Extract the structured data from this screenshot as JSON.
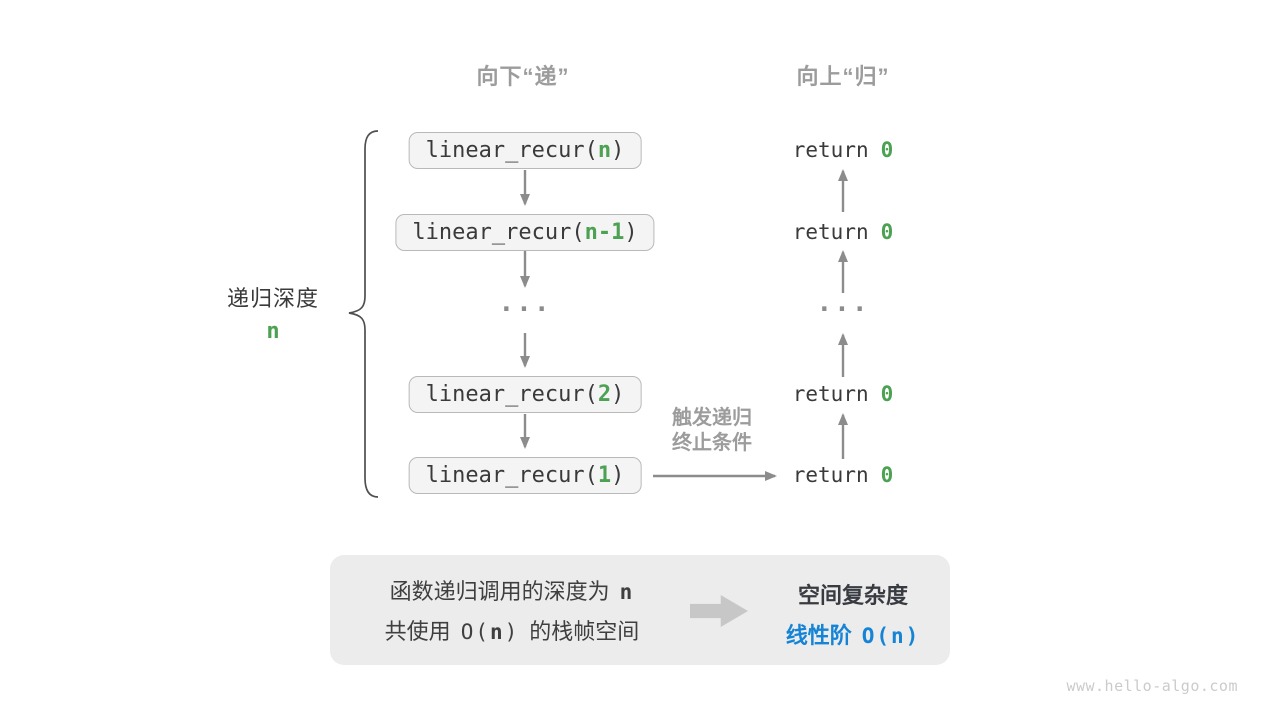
{
  "headers": {
    "descend": "向下“递”",
    "ascend": "向上“归”"
  },
  "depth_label": {
    "text": "递归深度",
    "value": "n"
  },
  "call_column": {
    "boxes": [
      {
        "pre": "linear_recur(",
        "arg": "n",
        "post": ")"
      },
      {
        "pre": "linear_recur(",
        "arg": "n-1",
        "post": ")"
      },
      {
        "pre": "linear_recur(",
        "arg": "2",
        "post": ")"
      },
      {
        "pre": "linear_recur(",
        "arg": "1",
        "post": ")"
      }
    ],
    "ellipsis": "..."
  },
  "return_column": {
    "rows": [
      {
        "keyword": "return",
        "value": "0"
      },
      {
        "keyword": "return",
        "value": "0"
      },
      {
        "keyword": "return",
        "value": "0"
      },
      {
        "keyword": "return",
        "value": "0"
      }
    ],
    "ellipsis": "..."
  },
  "base_case_note": {
    "line1": "触发递归",
    "line2": "终止条件"
  },
  "summary": {
    "depth_line": {
      "text": "函数递归调用的深度为",
      "highlight": "n"
    },
    "space_line": {
      "prefix": "共使用",
      "big_o_open": "O(",
      "variable": "n",
      "big_o_close": ")",
      "suffix": "的栈帧空间"
    },
    "conclusion_title": "空间复杂度",
    "conclusion_label": "线性阶",
    "conclusion_value": "O(n)"
  },
  "watermark": "www.hello-algo.com",
  "colors": {
    "green_highlight": "#4da153",
    "blue_result": "#1584d6",
    "gray_label": "#9c9c9c",
    "arrow_gray": "#8c8c8c",
    "box_fill": "#f4f4f4",
    "box_border": "#b9b9b9",
    "summary_bg": "#ececec",
    "dark_text": "#3a3a3a",
    "watermark_gray": "#cbcbcb"
  }
}
